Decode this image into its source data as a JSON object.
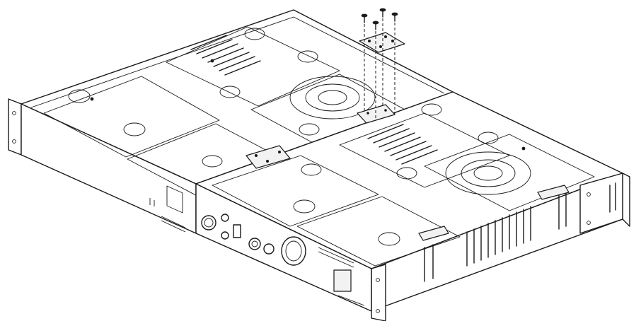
{
  "figure": {
    "units": [
      {
        "name": "left-amplifier-unit"
      },
      {
        "name": "right-amplifier-unit"
      }
    ],
    "screws": 4,
    "colors": {
      "line": "#1a1a1a",
      "background": "#ffffff",
      "panel_fill": "#f2f2f2"
    }
  }
}
